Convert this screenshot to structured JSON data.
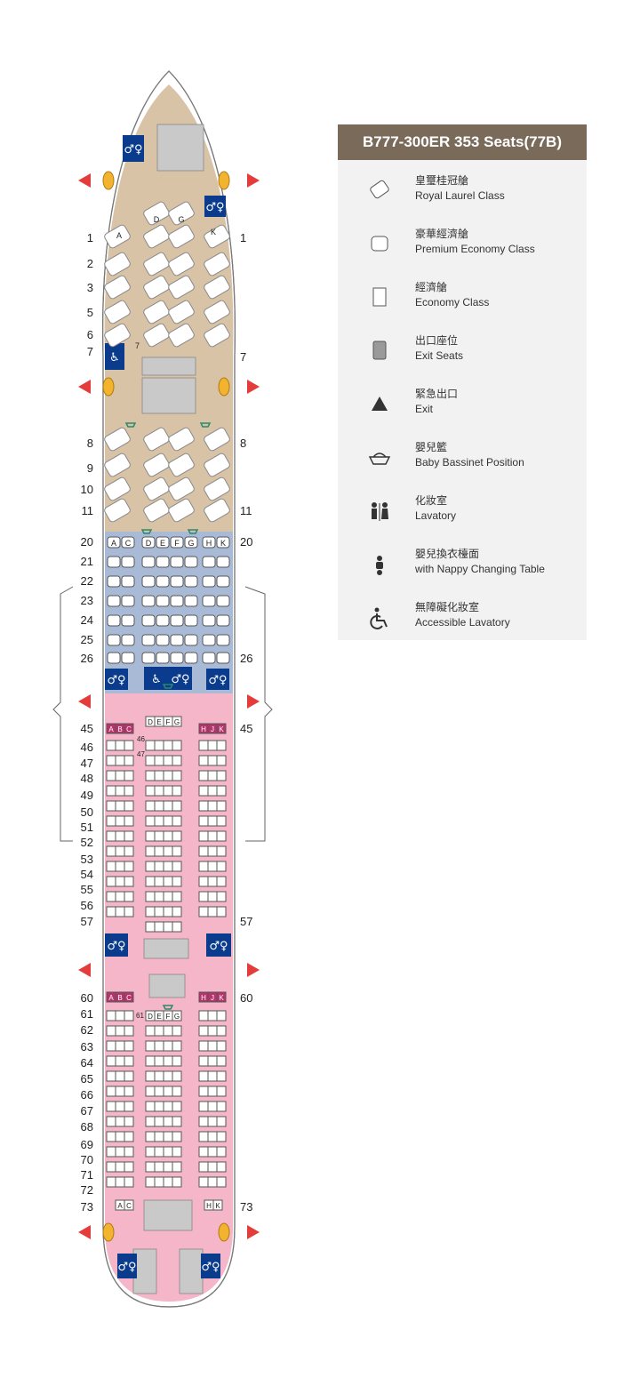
{
  "legend": {
    "title": "B777-300ER 353 Seats(77B)",
    "items": [
      {
        "zh": "皇璽桂冠艙",
        "en": "Royal Laurel Class",
        "icon": "royal-laurel-seat-icon"
      },
      {
        "zh": "豪華經濟艙",
        "en": "Premium Economy Class",
        "icon": "premium-economy-seat-icon"
      },
      {
        "zh": "經濟艙",
        "en": "Economy Class",
        "icon": "economy-seat-icon"
      },
      {
        "zh": "出口座位",
        "en": "Exit Seats",
        "icon": "exit-seat-icon"
      },
      {
        "zh": "緊急出口",
        "en": "Exit",
        "icon": "exit-triangle-icon"
      },
      {
        "zh": "嬰兒籃",
        "en": "Baby Bassinet Position",
        "icon": "bassinet-icon"
      },
      {
        "zh": "化妝室",
        "en": "Lavatory",
        "icon": "lavatory-icon"
      },
      {
        "zh": "嬰兒換衣檯面",
        "en": "with Nappy Changing Table",
        "icon": "nappy-table-icon"
      },
      {
        "zh": "無障礙化妝室",
        "en": "Accessible Lavatory",
        "icon": "accessible-lavatory-icon"
      }
    ]
  },
  "colors": {
    "royal_laurel_cabin": "#d9c3a6",
    "premium_cabin": "#a9bad7",
    "economy_cabin": "#f4b6c8",
    "exit_marker": "#e43b3b",
    "lavatory_sign": "#0a3b8c",
    "exit_seat": "#b8326b",
    "legend_header": "#7a6a5a",
    "legend_bg": "#f2f2f2",
    "bassinet": "#2a8a6a"
  },
  "row_labels_left": [
    {
      "label": "1",
      "row": 1
    },
    {
      "label": "2",
      "row": 2
    },
    {
      "label": "3",
      "row": 3
    },
    {
      "label": "5",
      "row": 5
    },
    {
      "label": "6",
      "row": 6
    },
    {
      "label": "7",
      "row": 7
    },
    {
      "label": "8",
      "row": 8
    },
    {
      "label": "9",
      "row": 9
    },
    {
      "label": "10",
      "row": 10
    },
    {
      "label": "11",
      "row": 11
    },
    {
      "label": "20",
      "row": 20
    },
    {
      "label": "21",
      "row": 21
    },
    {
      "label": "22",
      "row": 22
    },
    {
      "label": "23",
      "row": 23
    },
    {
      "label": "24",
      "row": 24
    },
    {
      "label": "25",
      "row": 25
    },
    {
      "label": "26",
      "row": 26
    },
    {
      "label": "45",
      "row": 45
    },
    {
      "label": "46",
      "row": 46
    },
    {
      "label": "47",
      "row": 47
    },
    {
      "label": "48",
      "row": 48
    },
    {
      "label": "49",
      "row": 49
    },
    {
      "label": "50",
      "row": 50
    },
    {
      "label": "51",
      "row": 51
    },
    {
      "label": "52",
      "row": 52
    },
    {
      "label": "53",
      "row": 53
    },
    {
      "label": "54",
      "row": 54
    },
    {
      "label": "55",
      "row": 55
    },
    {
      "label": "56",
      "row": 56
    },
    {
      "label": "57",
      "row": 57
    },
    {
      "label": "60",
      "row": 60
    },
    {
      "label": "61",
      "row": 61
    },
    {
      "label": "62",
      "row": 62
    },
    {
      "label": "63",
      "row": 63
    },
    {
      "label": "64",
      "row": 64
    },
    {
      "label": "65",
      "row": 65
    },
    {
      "label": "66",
      "row": 66
    },
    {
      "label": "67",
      "row": 67
    },
    {
      "label": "68",
      "row": 68
    },
    {
      "label": "69",
      "row": 69
    },
    {
      "label": "70",
      "row": 70
    },
    {
      "label": "71",
      "row": 71
    },
    {
      "label": "72",
      "row": 72
    },
    {
      "label": "73",
      "row": 73
    }
  ],
  "row_labels_right": [
    {
      "label": "1",
      "row": 1
    },
    {
      "label": "7",
      "row": 7
    },
    {
      "label": "8",
      "row": 8
    },
    {
      "label": "11",
      "row": 11
    },
    {
      "label": "20",
      "row": 20
    },
    {
      "label": "26",
      "row": 26
    },
    {
      "label": "45",
      "row": 45
    },
    {
      "label": "57",
      "row": 57
    },
    {
      "label": "60",
      "row": 60
    },
    {
      "label": "73",
      "row": 73
    }
  ],
  "seat_letters": {
    "royal_center": [
      "D",
      "G"
    ],
    "royal_sides": [
      "A",
      "K"
    ],
    "row7_label": "7",
    "premium_row20": [
      "A",
      "C",
      "D",
      "E",
      "F",
      "G",
      "H",
      "K"
    ],
    "economy_exit_row45_left": [
      "A",
      "B",
      "C"
    ],
    "economy_exit_row45_right": [
      "H",
      "J",
      "K"
    ],
    "economy_center_row45": [
      "D",
      "E",
      "F",
      "G"
    ],
    "row46_label": "46",
    "row47_label": "47",
    "economy_exit_row60_left": [
      "A",
      "B",
      "C"
    ],
    "economy_exit_row60_right": [
      "H",
      "J",
      "K"
    ],
    "economy_center_row61": [
      "D",
      "E",
      "F",
      "G"
    ],
    "row61_label": "61",
    "row73_left": [
      "A",
      "C"
    ],
    "row73_right": [
      "H",
      "K"
    ]
  }
}
